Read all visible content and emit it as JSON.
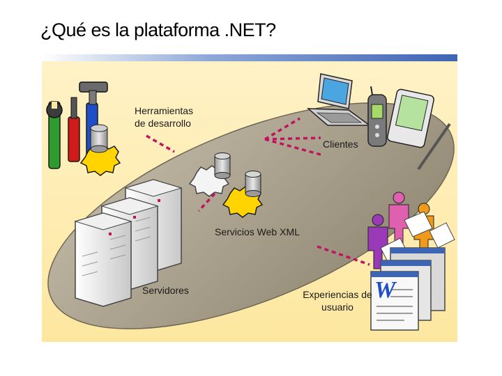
{
  "slide": {
    "title": "¿Qué es la plataforma .NET?"
  },
  "diagram": {
    "tools_label_line1": "Herramientas",
    "tools_label_line2": "de desarrollo",
    "clients_label": "Clientes",
    "services_label": "Servicios Web XML",
    "servers_label": "Servidores",
    "experience_label_line1": "Experiencias de",
    "experience_label_line2": "usuario",
    "word_logo_letter": "W"
  },
  "colors": {
    "accent_blue": "#3e64b4",
    "stage_bg": "#fde7a0",
    "ellipse_fill": "#a79e8a",
    "connector": "#c0135e",
    "gear_yellow": "#ffd400"
  }
}
